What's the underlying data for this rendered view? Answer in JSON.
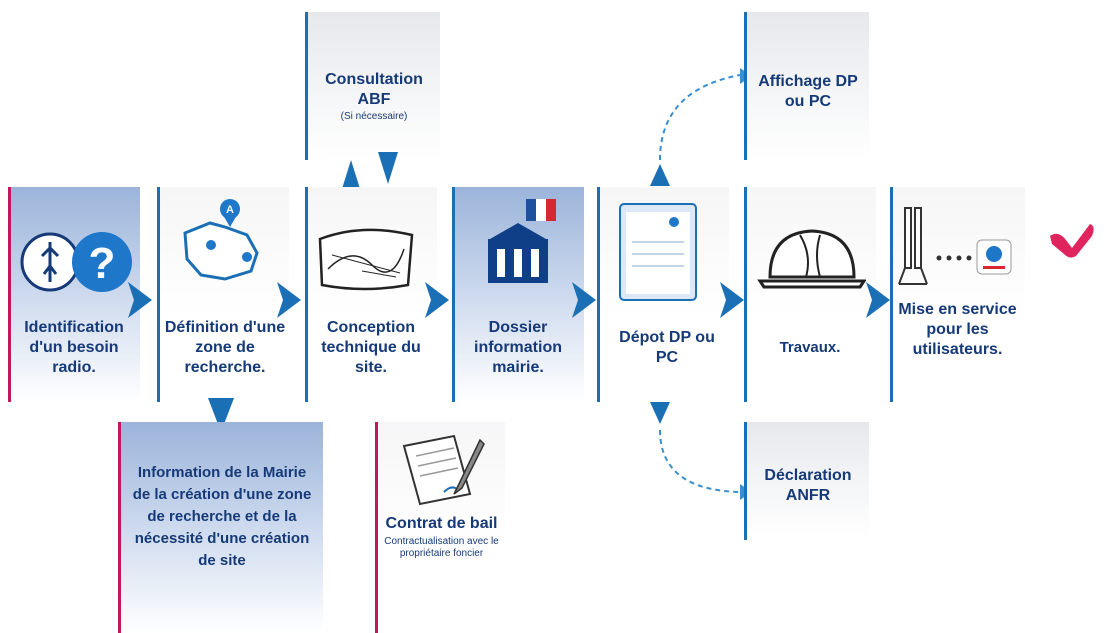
{
  "steps": {
    "identification": "Identification d'un besoin radio.",
    "definition": "Définition d'une zone de recherche.",
    "conception": "Conception technique du site.",
    "dossier": "Dossier information mairie.",
    "depot": "Dépot DP ou PC",
    "travaux": "Travaux.",
    "mise": "Mise en service pour les utilisateurs."
  },
  "side_boxes": {
    "consultation_title": "Consultation ABF",
    "consultation_note": "(Si nécessaire)",
    "affichage": "Affichage DP ou PC",
    "declaration": "Déclaration ANFR",
    "information_mairie": "Information de la Mairie de la création d'une zone de recherche et de la nécessité d'une création de site",
    "contrat_title": "Contrat de bail",
    "contrat_body": "Contractualisation avec le propriétaire foncier"
  },
  "colors": {
    "accent": "#1b6fb5",
    "text": "#163a78",
    "pink": "#c2185b",
    "brand": "#e0245e"
  },
  "icons": [
    "question-icon",
    "map-pin-icon",
    "blueprint-icon",
    "town-hall-icon",
    "french-flag-icon",
    "document-icon",
    "helmet-icon",
    "antenna-icon",
    "brand-logo-icon",
    "contract-icon"
  ]
}
